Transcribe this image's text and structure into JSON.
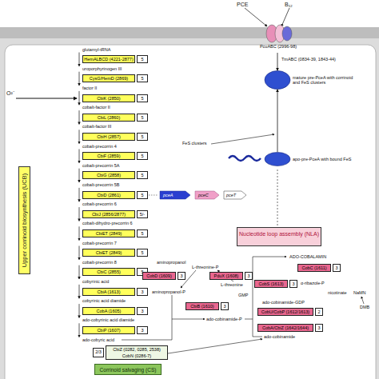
{
  "diagram": {
    "nodes": [
      {
        "text": [
          "PcuABC (2996-98)"
        ]
      },
      {
        "text": [
          "mature pre-PceA with corrinoid and FeS clusters"
        ]
      },
      {
        "text": [
          "HemALBCD (4221-2877)"
        ]
      },
      {
        "text": [
          "5"
        ]
      },
      {
        "text": [
          "CysG/HemD (2869)"
        ]
      },
      {
        "text": [
          "5"
        ]
      },
      {
        "text": [
          "CbiK (2850)"
        ]
      },
      {
        "text": [
          "5"
        ]
      },
      {
        "text": [
          "CbiL (2860)"
        ]
      },
      {
        "text": [
          "5"
        ]
      },
      {
        "text": [
          "CbiH (2857)"
        ]
      },
      {
        "text": [
          "5"
        ]
      },
      {
        "text": [
          "CbiF (2859)"
        ]
      },
      {
        "text": [
          "5"
        ]
      },
      {
        "text": [
          "CbiG (2858)"
        ]
      },
      {
        "text": [
          "5"
        ]
      },
      {
        "text": [
          "CbiD (2861)"
        ]
      },
      {
        "text": [
          "5"
        ]
      },
      {
        "text": [
          "CbiJ (2856/2877)"
        ]
      },
      {
        "text": [
          "5/-"
        ]
      },
      {
        "text": [
          "CbiET (2849)"
        ]
      },
      {
        "text": [
          "5"
        ]
      },
      {
        "text": [
          "CbiET (2849)"
        ]
      },
      {
        "text": [
          "5"
        ]
      },
      {
        "text": [
          "CbiC (2855)"
        ]
      },
      {
        "text": [
          "5"
        ]
      },
      {
        "text": [
          "CbiA (1613)"
        ]
      },
      {
        "text": [
          "3"
        ]
      },
      {
        "text": [
          "CobA (1605)"
        ]
      },
      {
        "text": [
          "3"
        ]
      },
      {
        "text": [
          "CbiP (1607)"
        ]
      },
      {
        "text": [
          "3"
        ]
      },
      {
        "text": [
          "apo-pre-PceA with bound FeS"
        ]
      },
      {
        "text": [
          "Upper corrinoid biosynthesis (UCB)"
        ]
      },
      {
        "text": [
          "Nucleotide loop assembly (NLA)"
        ]
      },
      {
        "text": [
          "CobD (1609)"
        ]
      },
      {
        "text": [
          "3"
        ]
      },
      {
        "text": [
          "PduX (1608)"
        ]
      },
      {
        "text": [
          "3"
        ]
      },
      {
        "text": [
          "CobC (1611)"
        ]
      },
      {
        "text": [
          "3"
        ]
      },
      {
        "text": [
          "CobS (1613)"
        ]
      },
      {
        "text": [
          "3"
        ]
      },
      {
        "text": [
          "CbiB (1610)"
        ]
      },
      {
        "text": [
          "3"
        ]
      },
      {
        "text": [
          "CobU/CobP (1612/1613)"
        ]
      },
      {
        "text": [
          "2"
        ]
      },
      {
        "text": [
          "CobA/CbiZ (1642/1644)"
        ]
      },
      {
        "text": [
          "3"
        ]
      },
      {
        "text": [
          "2/3"
        ]
      },
      {
        "text": [
          "CbiZ (0282, 0285, 2538)",
          "CobN (0286-7)"
        ]
      },
      {
        "text": [
          "Corrinoid salvaging (CS)"
        ]
      }
    ],
    "edges": [
      {
        "from": 0,
        "to": 1,
        "arrow": "to"
      },
      {
        "from": 32,
        "to": 1,
        "arrow": "to"
      }
    ],
    "labels": [
      "glutamyl-tRNA",
      "uroporphyrinogen III",
      "factor II",
      "cobalt-factor II",
      "cobalt-factor III",
      "cobalt-precorrin 4",
      "cobalt-precorrin 5A",
      "cobalt-precorrin 5B",
      "cobalt-precorrin 6",
      "cobalt-dihydro-precorrin 6",
      "cobalt-precorrin 7",
      "cobalt-precorrin 8",
      "cobyrinic acid",
      "cobyrinic acid diamide",
      "ado-cobyrinic acid diamide",
      "ado-cobyric acid",
      "PCE",
      "B₁₂",
      "TmABC (0834-39, 1843-44)",
      "O²⁻",
      "FeS clusters",
      "pceA",
      "pceC",
      "pceT",
      "aminopropanol",
      "L-threonine-P",
      "L-threonine",
      "aminopropanol-P",
      "ADO-COBALAMIN",
      "α-ribazole-P",
      "nicotinate",
      "NaMN",
      "GMP",
      "ado-cobinamide-GDP",
      "DMB",
      "ado-cobinamide-P",
      "ado-cobinamide"
    ]
  }
}
